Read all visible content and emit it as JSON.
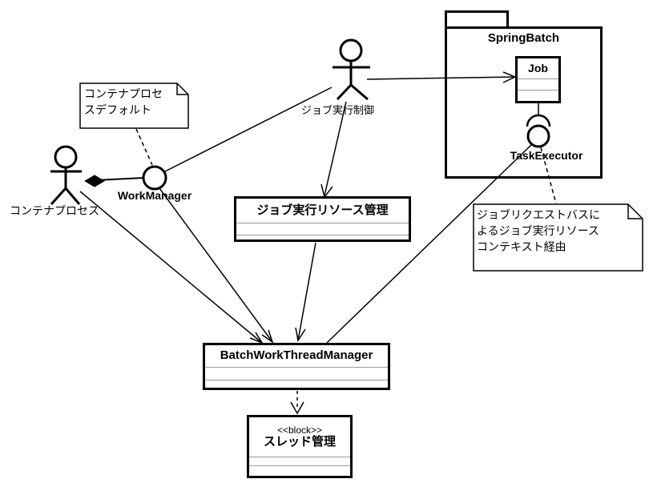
{
  "diagram": {
    "package": {
      "name": "SpringBatch"
    },
    "classes": {
      "job": {
        "name": "Job"
      },
      "resource": {
        "name": "ジョブ実行リソース管理"
      },
      "bwtm": {
        "name": "BatchWorkThreadManager"
      },
      "thread": {
        "stereotype": "<<block>>",
        "name": "スレッド管理"
      }
    },
    "actors": {
      "container_process": {
        "label": "コンテナプロセス"
      },
      "job_exec_control": {
        "label": "ジョブ実行制御"
      }
    },
    "interfaces": {
      "work_manager": {
        "label": "WorkManager"
      },
      "task_executor": {
        "label": "TaskExecutor"
      }
    },
    "notes": {
      "container_default": {
        "lines": [
          "コンテナプロセ",
          "スデフォルト"
        ]
      },
      "job_request": {
        "lines": [
          "ジョブリクエストバスに",
          "よるジョブ実行リソース",
          "コンテキスト経由"
        ]
      }
    },
    "colors": {
      "line": "#000000",
      "background": "#ffffff",
      "divider": "#999999"
    }
  }
}
